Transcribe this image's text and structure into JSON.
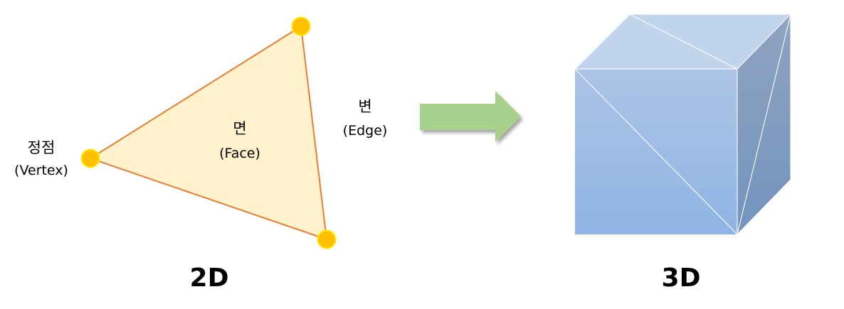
{
  "colors": {
    "triangle_fill": "#FFF2CC",
    "triangle_edge": "#ED7D31",
    "vertex_fill": "#FFC000",
    "vertex_stroke": "#FFE600",
    "arrow_fill": "#A9D18E",
    "cube_front_top": "#ACC4E6",
    "cube_front_bottom": "#8FB4E3",
    "cube_top": "#C0D4EC",
    "cube_side_top": "#8FA3C0",
    "cube_side_bottom": "#7394BE"
  },
  "labels_2d": {
    "vertex_main": "정점",
    "vertex_sub": "(Vertex)",
    "face_main": "면",
    "face_sub": "(Face)",
    "edge_main": "변",
    "edge_sub": "(Edge)",
    "caption": "2D"
  },
  "labels_3d": {
    "caption": "3D"
  },
  "icons": {
    "transform_arrow": "right-arrow-icon"
  }
}
